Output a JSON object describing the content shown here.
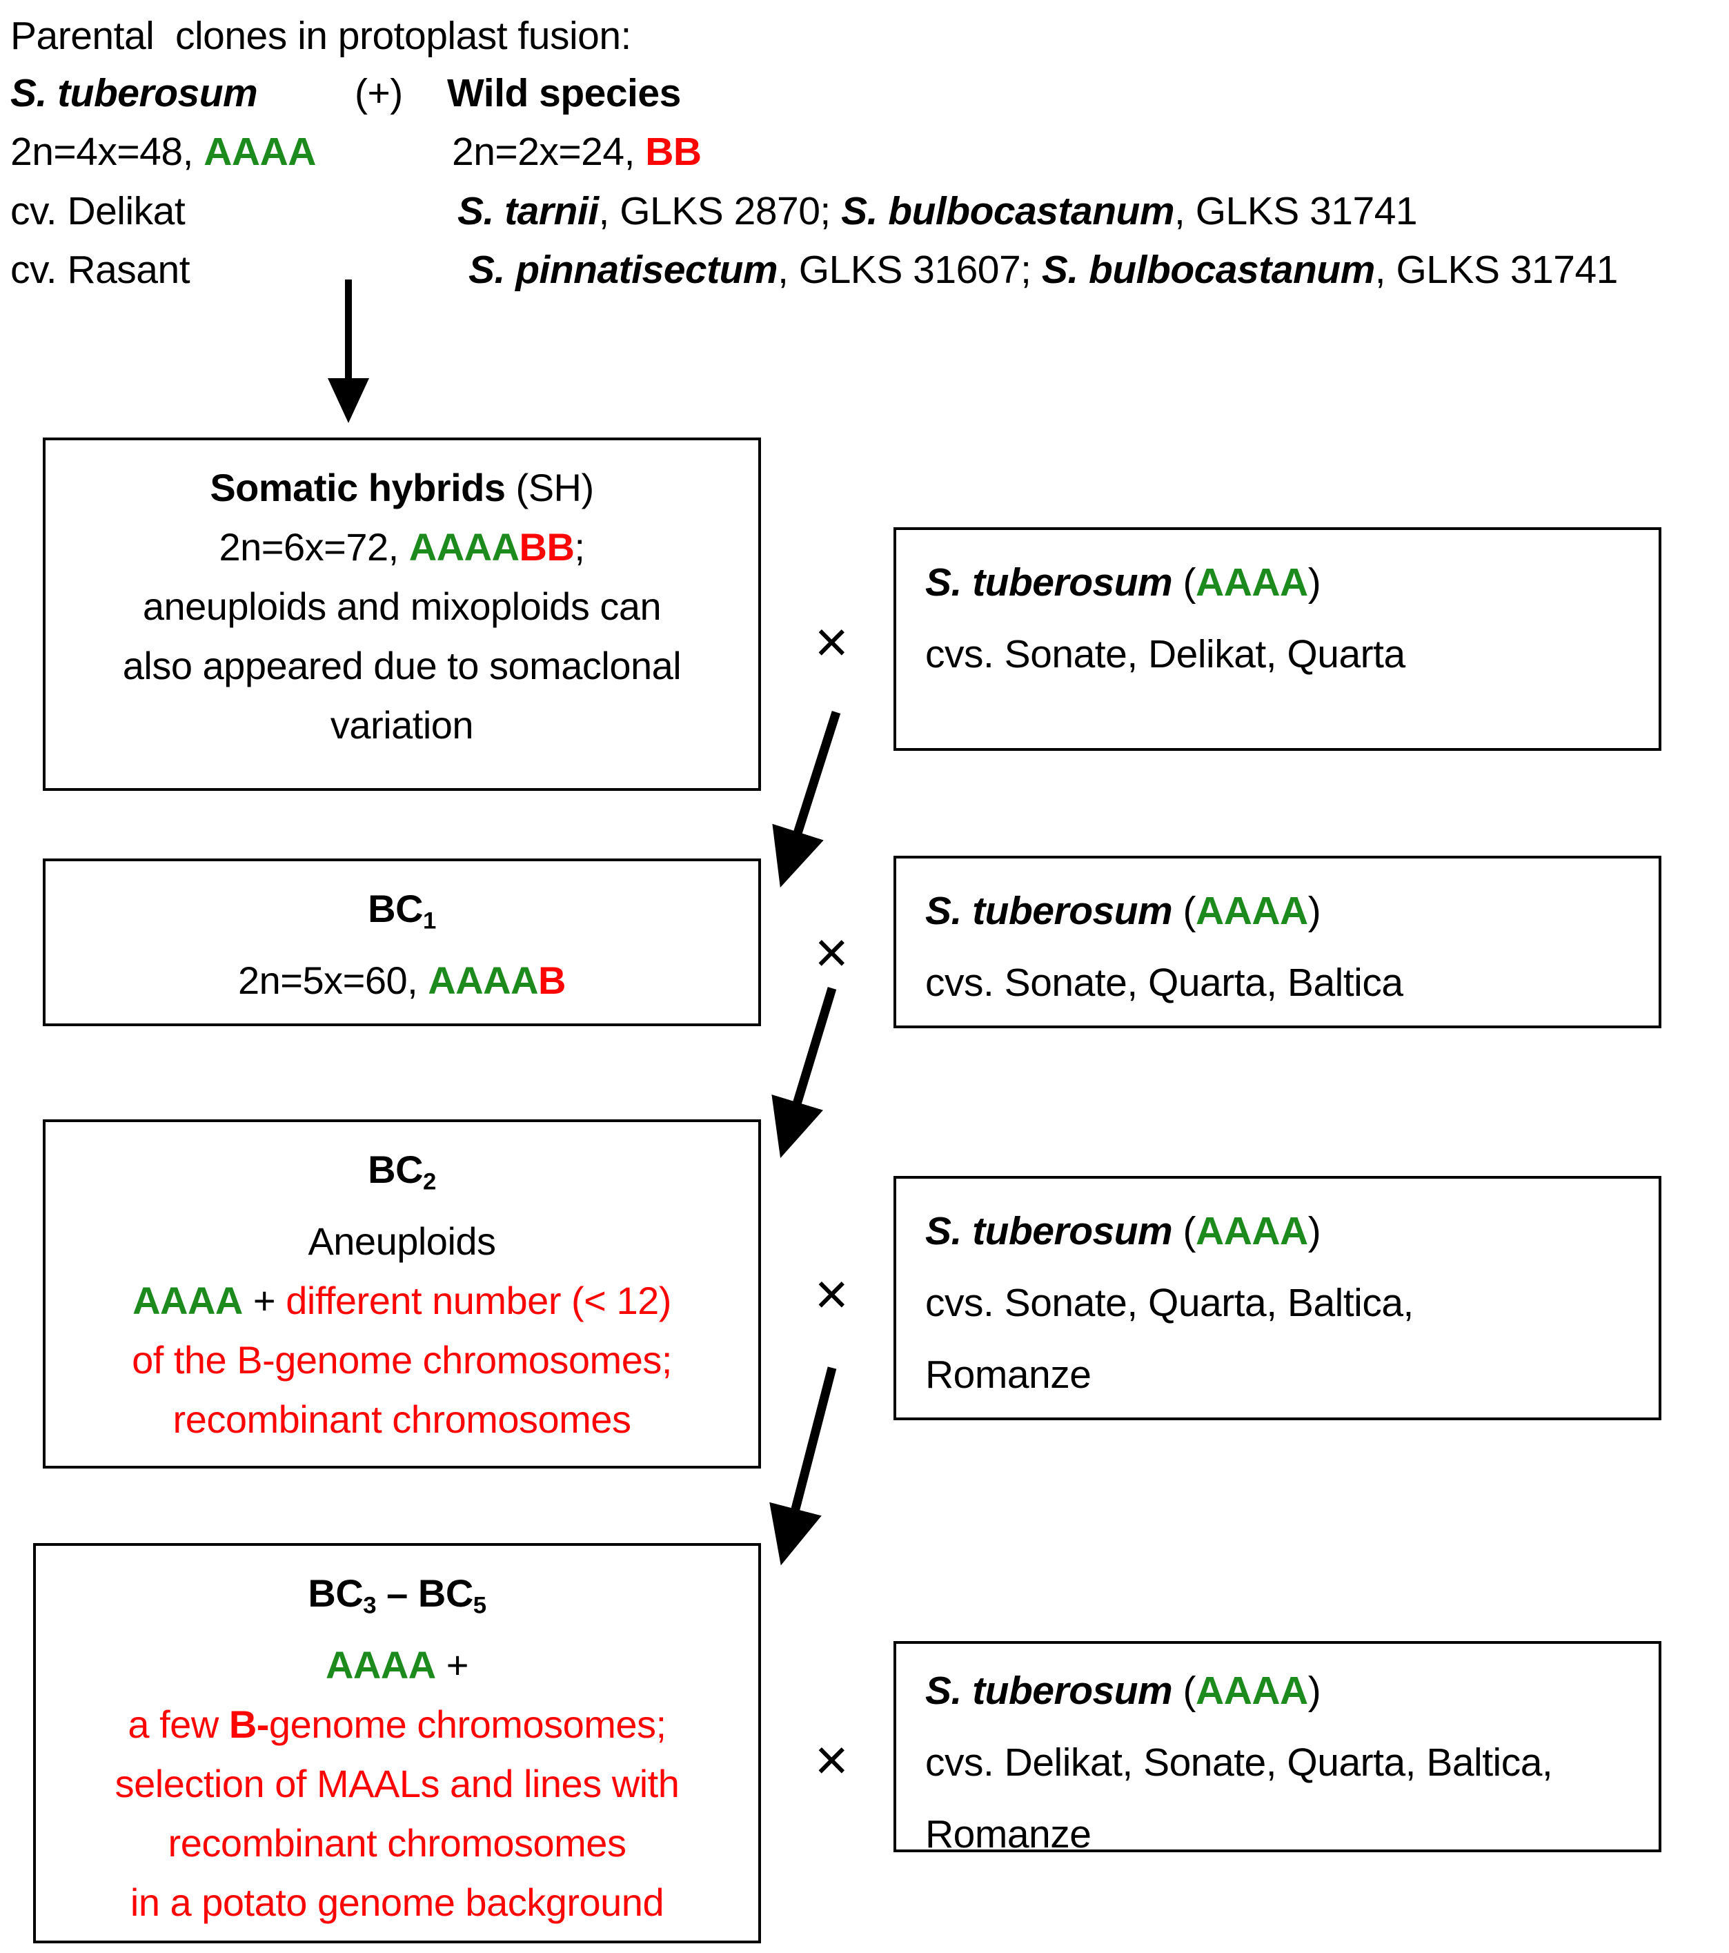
{
  "colors": {
    "genome_a_green": "#1c8a1c",
    "genome_b_red": "#fb0505",
    "text_black": "#000000"
  },
  "symbols": {
    "cross": "×"
  },
  "header": {
    "line1": "Parental  clones in protoplast fusion:",
    "tuberosum": "S. tuberosum",
    "plus": "(+)",
    "wild": "Wild species",
    "ploidy_left_pre": "2n=4x=48, ",
    "ploidy_left_genome": "AAAA",
    "ploidy_right_pre": "2n=2x=24, ",
    "ploidy_right_genome": "BB",
    "cv1": "cv. Delikat",
    "cv1_sp1": "S. tarnii",
    "cv1_mid": ", GLKS 2870; ",
    "cv1_sp2": "S. bulbocastanum",
    "cv1_end": ", GLKS 31741",
    "cv2": "cv. Rasant",
    "cv2_sp1": "S. pinnatisectum",
    "cv2_mid": ", GLKS 31607; ",
    "cv2_sp2": "S. bulbocastanum",
    "cv2_end": ", GLKS 31741"
  },
  "somatic_box": {
    "title_bold": "Somatic hybrids",
    "title_rest": " (SH)",
    "ploidy_pre": "2n=6x=72, ",
    "genome_a": "AAAA",
    "genome_b": "BB",
    "ploidy_post": ";",
    "line3": "aneuploids and mixoploids can",
    "line4": "also appeared due to somaclonal",
    "line5": "variation"
  },
  "bc1_box": {
    "name": "BC",
    "sub": "1",
    "ploidy_pre": "2n=5x=60, ",
    "genome_a": "AAAA",
    "genome_b": "B"
  },
  "bc2_box": {
    "name": "BC",
    "sub": "2",
    "line2": "Aneuploids",
    "genome_a": "AAAA",
    "plus": " + ",
    "red1": "different number (< 12)",
    "red2": "of the B-genome chromosomes;",
    "red3": "recombinant chromosomes"
  },
  "bc35_box": {
    "name1": "BC",
    "sub1": "3",
    "dash": " – ",
    "name2": "BC",
    "sub2": "5",
    "genome_a": "AAAA",
    "plus": " +",
    "red1_pre": "a few ",
    "red1_b": "B-",
    "red1_post": "genome chromosomes;",
    "red2": "selection of MAALs and lines with",
    "red3": "recombinant chromosomes",
    "red4": "in a potato genome background"
  },
  "rbox1": {
    "species": "S. tuberosum",
    "paren_open": " (",
    "genome": "AAAA",
    "paren_close": ")",
    "cvs1": "cvs. Sonate, Delikat, Quarta"
  },
  "rbox2": {
    "species": "S. tuberosum",
    "paren_open": " (",
    "genome": "AAAA",
    "paren_close": ")",
    "cvs1": "cvs. Sonate, Quarta, Baltica"
  },
  "rbox3": {
    "species": "S. tuberosum",
    "paren_open": " (",
    "genome": "AAAA",
    "paren_close": ")",
    "cvs1": "cvs. Sonate, Quarta, Baltica,",
    "cvs2": "Romanze"
  },
  "rbox4": {
    "species": "S. tuberosum",
    "paren_open": " (",
    "genome": "AAAA",
    "paren_close": ")",
    "cvs1": "cvs. Delikat, Sonate, Quarta, Baltica,",
    "cvs2": "Romanze"
  }
}
